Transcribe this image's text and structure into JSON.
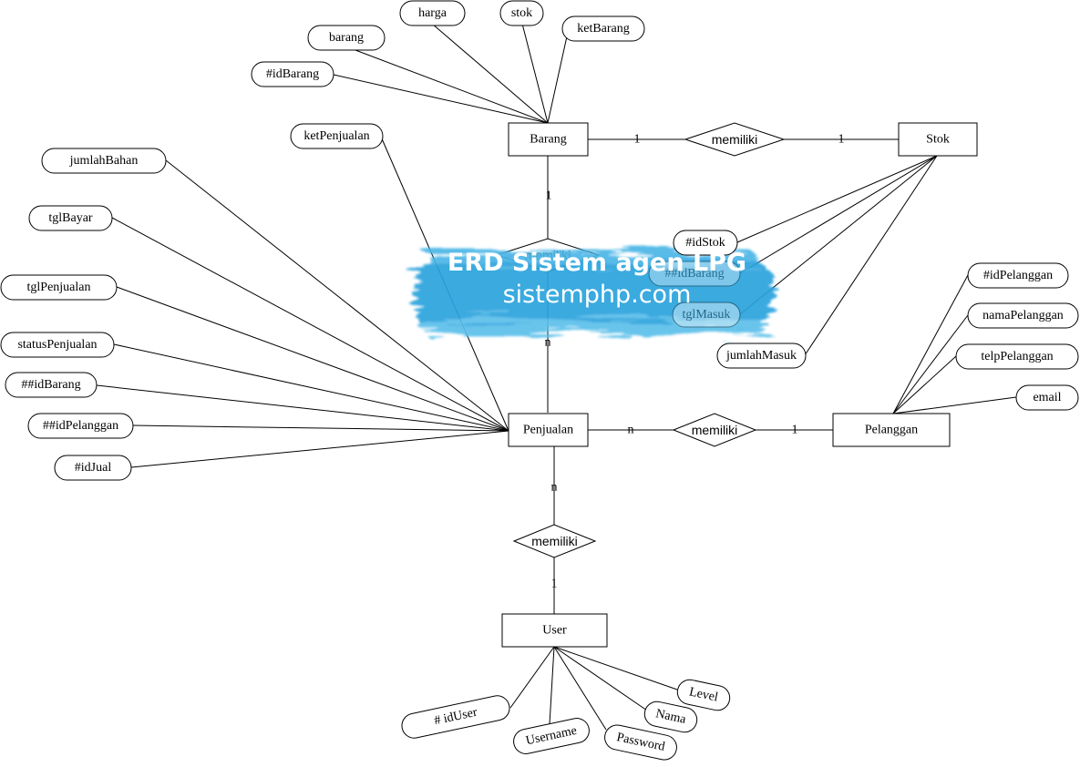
{
  "entities": {
    "barang": "Barang",
    "stok": "Stok",
    "penjualan": "Penjualan",
    "pelanggan": "Pelanggan",
    "user": "User"
  },
  "relationships": {
    "barang_stok": "memiliki",
    "barang_penjualan": "memiliki",
    "penjualan_pelanggan": "memiliki",
    "penjualan_user": "memiliki"
  },
  "cardinalities": {
    "barang_to_stok_left": "1",
    "barang_to_stok_right": "1",
    "barang_to_penjualan_top": "1",
    "barang_to_penjualan_bottom": "n",
    "penjualan_to_pelanggan_left": "n",
    "penjualan_to_pelanggan_right": "1",
    "penjualan_to_user_top": "n",
    "penjualan_to_user_bottom": "1"
  },
  "attributes": {
    "barang": [
      "#idBarang",
      "barang",
      "harga",
      "stok",
      "ketBarang"
    ],
    "stok": [
      "#idStok",
      "##idBarang",
      "tglMasuk",
      "jumlahMasuk"
    ],
    "penjualan": [
      "ketPenjualan",
      "jumlahBahan",
      "tglBayar",
      "tglPenjualan",
      "statusPenjualan",
      "##idBarang",
      "##idPelanggan",
      "#idJual"
    ],
    "pelanggan": [
      "#idPelanggan",
      "namaPelanggan",
      "telpPelanggan",
      "email"
    ],
    "user": [
      "# idUser",
      "Username",
      "Password",
      "Nama",
      "Level"
    ]
  },
  "watermark": {
    "title": "ERD Sistem agen LPG",
    "subtitle": "sistemphp.com"
  },
  "colors": {
    "line": "#000000",
    "shape_fill": "#ffffff",
    "watermark_blue": "#29a3dd"
  }
}
